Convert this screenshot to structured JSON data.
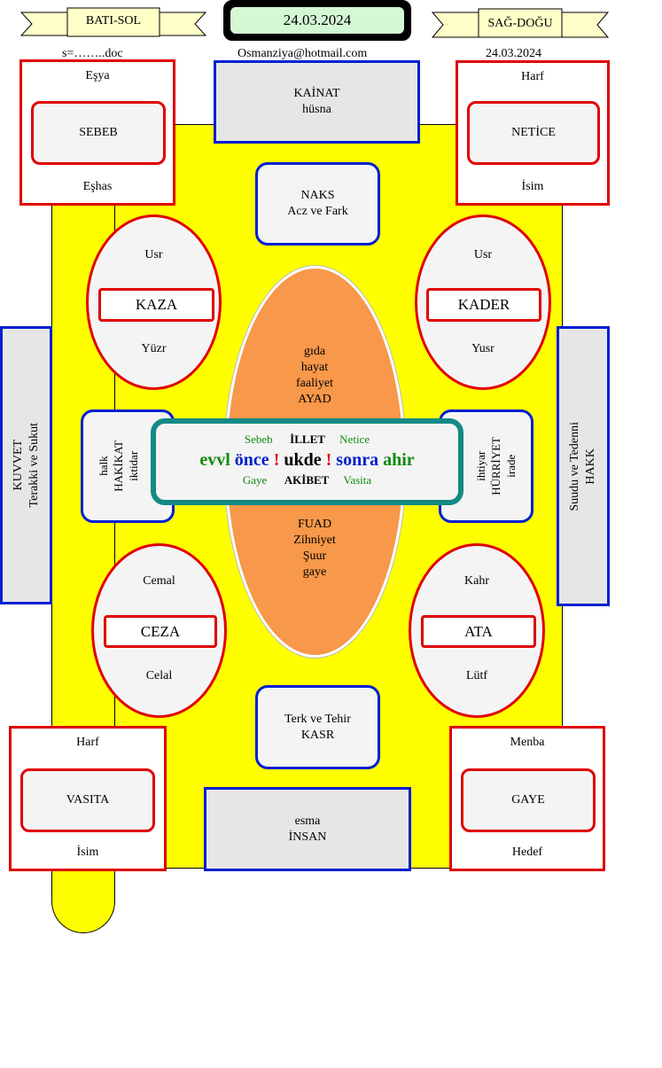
{
  "header": {
    "left_banner": "BATI-SOL",
    "right_banner": "SAĞ-DOĞU",
    "date_box": "24.03.2024",
    "left_note": "s=……..doc",
    "email": "Osmanziya@hotmail.com",
    "right_date": "24.03.2024"
  },
  "corners": {
    "top_left": {
      "top": "Eşya",
      "center": "SEBEB",
      "bottom": "Eşhas"
    },
    "top_right": {
      "top": "Harf",
      "center": "NETİCE",
      "bottom": "İsim"
    },
    "bottom_left": {
      "top": "Harf",
      "center": "VASITA",
      "bottom": "İsim"
    },
    "bottom_right": {
      "top": "Menba",
      "center": "GAYE",
      "bottom": "Hedef"
    }
  },
  "top_box": {
    "line1": "KAİNAT",
    "line2": "hüsna"
  },
  "naks_box": {
    "line1": "NAKS",
    "line2": "Acz ve Fark"
  },
  "terk_box": {
    "line1": "Terk ve Tehir",
    "line2": "KASR"
  },
  "bottom_box": {
    "line1": "esma",
    "line2": "İNSAN"
  },
  "side_left": {
    "line1": "KUVVET",
    "line2": "Terakki ve Sukut"
  },
  "side_right": {
    "line1": "Suudu ve Tedenni",
    "line2": "HAKK"
  },
  "ellipses": {
    "kaza": {
      "top": "Usr",
      "label": "KAZA",
      "bottom": "Yüzr"
    },
    "kader": {
      "top": "Usr",
      "label": "KADER",
      "bottom": "Yusr"
    },
    "ceza": {
      "top": "Cemal",
      "label": "CEZA",
      "bottom": "Celal"
    },
    "ata": {
      "top": "Kahr",
      "label": "ATA",
      "bottom": "Lütf"
    }
  },
  "hakikat": {
    "line1": "halk",
    "line2": "HAKİKAT",
    "line3": "iktidar"
  },
  "hurriyet": {
    "line1": "ihtiyar",
    "line2": "HÜRRİYET",
    "line3": "irade"
  },
  "orange_top": [
    "gıda",
    "hayat",
    "faaliyet",
    "AYAD"
  ],
  "orange_bottom": [
    "FUAD",
    "Zihniyet",
    "Şuur",
    "gaye"
  ],
  "center": {
    "sebeb": "Sebeb",
    "illet": "İLLET",
    "netice": "Netice",
    "evvl": "evvl",
    "once": "önce",
    "excl1": "!",
    "ukde": "ukde",
    "excl2": "!",
    "sonra": "sonra",
    "ahir": "ahir",
    "gaye": "Gaye",
    "akibet": "AKİBET",
    "vasita": "Vasita"
  },
  "colors": {
    "yellow": "#ffff00",
    "orange": "#f7984a",
    "red": "#e00000",
    "blue": "#0020d0",
    "teal": "#148a84",
    "green": "#128a12"
  }
}
